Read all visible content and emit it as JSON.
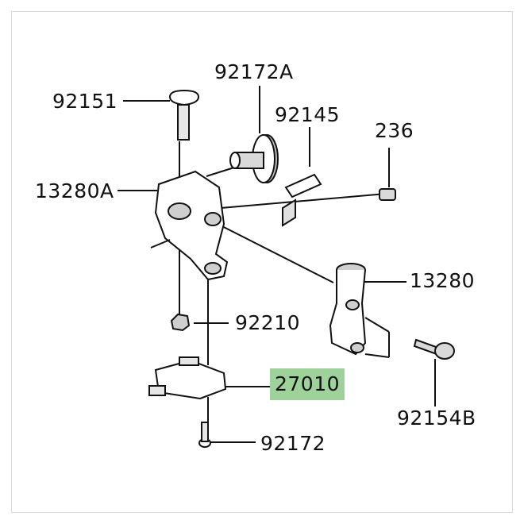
{
  "diagram": {
    "highlight_color": "#9ed29a",
    "line_color": "#111111",
    "part_labels": [
      {
        "id": "p92172A",
        "text": "92172A"
      },
      {
        "id": "p92151",
        "text": "92151"
      },
      {
        "id": "p92145",
        "text": "92145"
      },
      {
        "id": "p236",
        "text": "236"
      },
      {
        "id": "p13280A",
        "text": "13280A"
      },
      {
        "id": "p13280",
        "text": "13280"
      },
      {
        "id": "p92210",
        "text": "92210"
      },
      {
        "id": "p27010",
        "text": "27010",
        "highlighted": true
      },
      {
        "id": "p92154B",
        "text": "92154B"
      },
      {
        "id": "p92172",
        "text": "92172"
      }
    ]
  }
}
